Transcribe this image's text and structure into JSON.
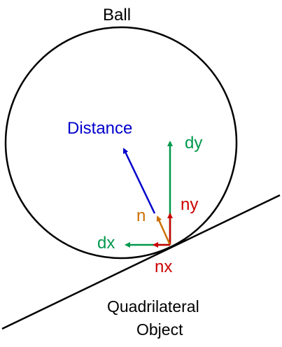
{
  "labels": {
    "ball": "Ball",
    "distance": "Distance",
    "dy": "dy",
    "ny": "ny",
    "n": "n",
    "dx": "dx",
    "nx": "nx",
    "object_line1": "Quadrilateral",
    "object_line2": "Object"
  },
  "colors": {
    "outline": "#000000",
    "distance": "#0000cc",
    "d_components": "#00994d",
    "n_components": "#cc0000",
    "normal": "#cc7000"
  }
}
